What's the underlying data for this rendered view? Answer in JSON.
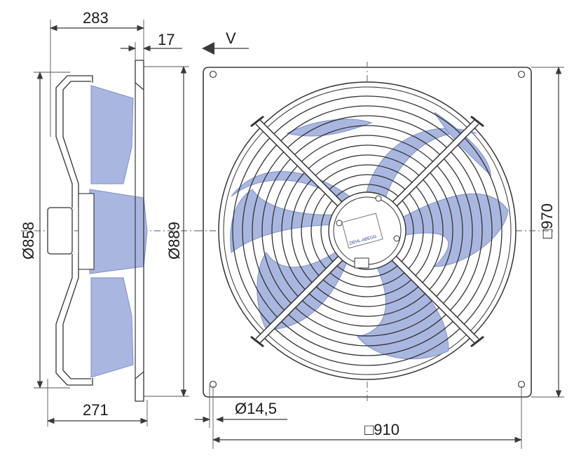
{
  "dimensions": {
    "depth_total": "283",
    "flange": "17",
    "airflow_direction": "V",
    "inner_diameter": "Ø858",
    "outer_diameter": "Ø889",
    "depth_base": "271",
    "hole_diameter": "Ø14,5",
    "hole_spacing": "□910",
    "plate_size": "□970"
  },
  "hub_label": "ZIEHL-ABEGG",
  "colors": {
    "blade_fill": "#a9b7e0",
    "blade_stroke": "#7d8fc7",
    "line": "#3a3a3a"
  },
  "icons": {
    "arrow": "arrow-left-icon"
  }
}
